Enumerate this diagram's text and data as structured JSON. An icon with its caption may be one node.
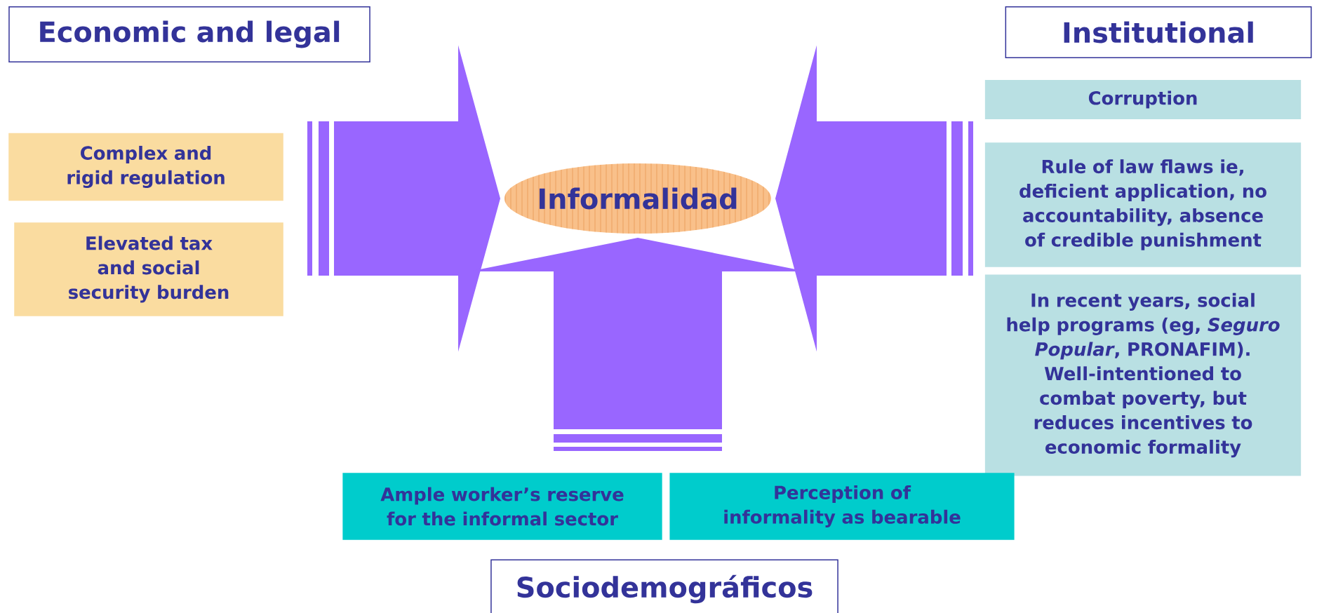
{
  "diagram": {
    "nodes": [
      {
        "text": [
          "Economic and legal"
        ]
      },
      {
        "text": [
          "Complex and rigid regulation"
        ]
      },
      {
        "text": [
          "Elevated tax and social security burden"
        ]
      },
      {
        "text": [
          "Institutional"
        ]
      },
      {
        "text": [
          "Corruption"
        ]
      },
      {
        "text": [
          "Rule of law flaws ie, deficient application, no accountability, absence of credible punishment"
        ]
      },
      {
        "text": [
          "In recent years, social help programs (eg, *Seguro Popular*, PRONAFIM). Well-intentioned to combat poverty, but reduces incentives to economic formality"
        ]
      },
      {
        "text": [
          "Informalidad"
        ]
      },
      {
        "text": [
          "Ample worker’s reserve for the informal sector"
        ]
      },
      {
        "text": [
          "Perception of informality as bearable"
        ]
      },
      {
        "text": [
          "Sociodemográficos"
        ]
      }
    ],
    "edges": [
      {
        "from": null,
        "to": 7,
        "arrow": "to"
      },
      {
        "from": null,
        "to": 7,
        "arrow": "to"
      },
      {
        "from": null,
        "to": 7,
        "arrow": "to"
      }
    ]
  }
}
